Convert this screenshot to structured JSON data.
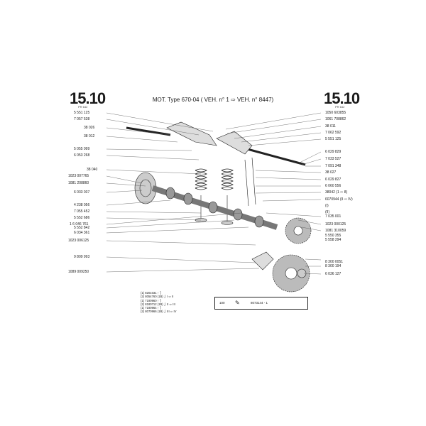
{
  "header": {
    "page_left": "15.10",
    "page_left_sub": "PR 642",
    "page_right": "15.10",
    "page_right_sub": "PR 642",
    "title": "MOT. Type 670-04 ( VEH. n° 1 ⇨ VEH. n° 8447)"
  },
  "left_labels": [
    "5 551 125",
    "7 057 538",
    "38 026",
    "38 012",
    "5 055 099",
    "6 053 268",
    "38 040",
    "1023 007765",
    "1081 208860",
    "6 033 037",
    "4 238 056",
    "7 055 452",
    "5 552 686",
    "1 6 046 761",
    "5 552 842",
    "6 034 361",
    "1023 006125",
    "9 809 993",
    "1089 009250"
  ],
  "right_labels": [
    "1050 603855",
    "1061 708862",
    "38 011",
    "7 062 592",
    "5 551 125",
    "6 029 829",
    "7 033 527",
    "7 091 348",
    "38 027",
    "6 029 827",
    "6 060 556",
    "38042 (1 ⇨ 8)",
    "6070944 (II ⇨ IV)",
    "(I)",
    "(II)",
    "7 035 001",
    "1023 000125",
    "1081 310059",
    "5 550 355",
    "5 558 294",
    "8 300 0051",
    "8 300 194",
    "6 036 127"
  ],
  "legend": [
    "(1) 8201031 ↑  ⎫",
    "(2) 8054760 (1B) ⎭  I ⇨ II",
    "(1) 7190960 ↑  ⎫",
    "(2) 8180712 (1B) ⎭  II ⇨ III",
    "(1) 7190964 ↑  ⎫",
    "(2) 8070966 (1B) ⎭  III ⇨ IV"
  ],
  "box": {
    "num": "100",
    "icon": "wrench-icon",
    "ref": "8073144 - 1"
  }
}
